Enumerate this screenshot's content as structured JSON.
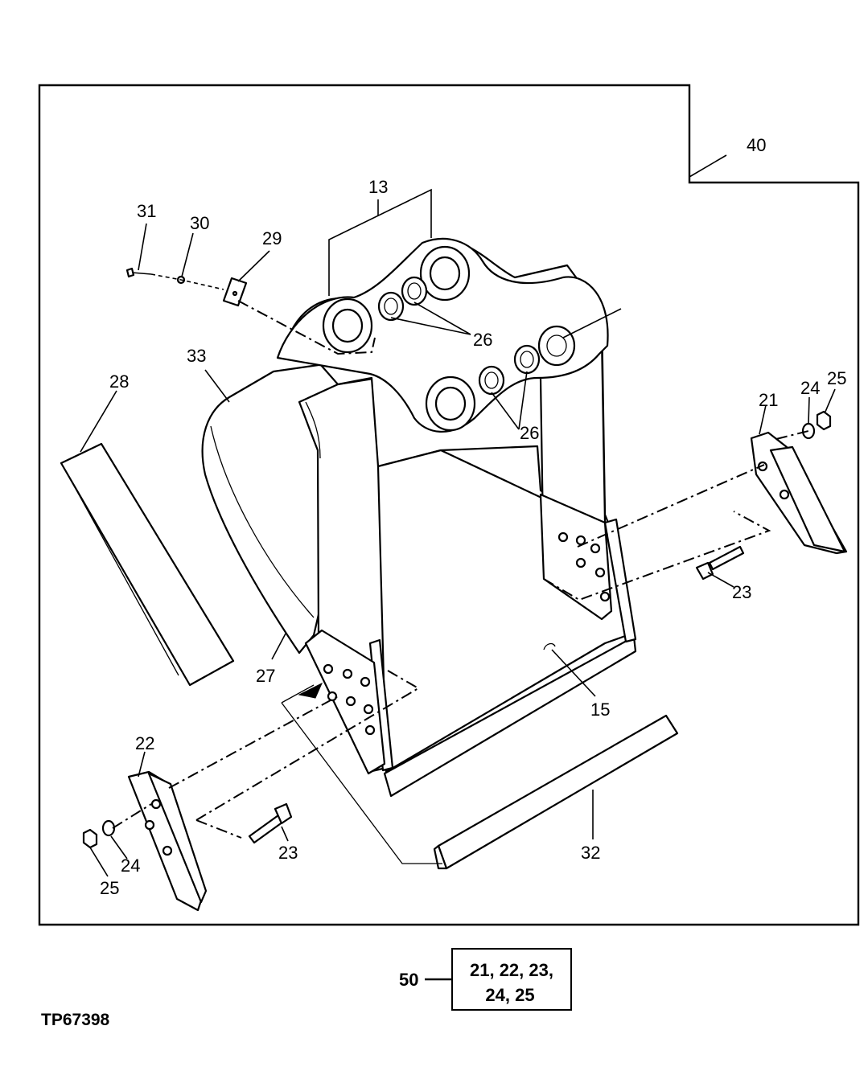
{
  "figure_id": "TP67398",
  "callouts": {
    "c13": "13",
    "c15": "15",
    "c21": "21",
    "c22": "22",
    "c23a": "23",
    "c23b": "23",
    "c24a": "24",
    "c24b": "24",
    "c25a": "25",
    "c25b": "25",
    "c26a": "26",
    "c26b": "26",
    "c27": "27",
    "c28": "28",
    "c29": "29",
    "c30": "30",
    "c31": "31",
    "c32": "32",
    "c33": "33",
    "c40": "40",
    "c50": "50"
  },
  "kit": {
    "line1": "21, 22, 23,",
    "line2": "24, 25"
  },
  "icons": [
    "bucket-body",
    "bushing",
    "side-cutter",
    "bolt",
    "washer",
    "nut",
    "wear-strip",
    "side-plate",
    "pin-plate"
  ]
}
